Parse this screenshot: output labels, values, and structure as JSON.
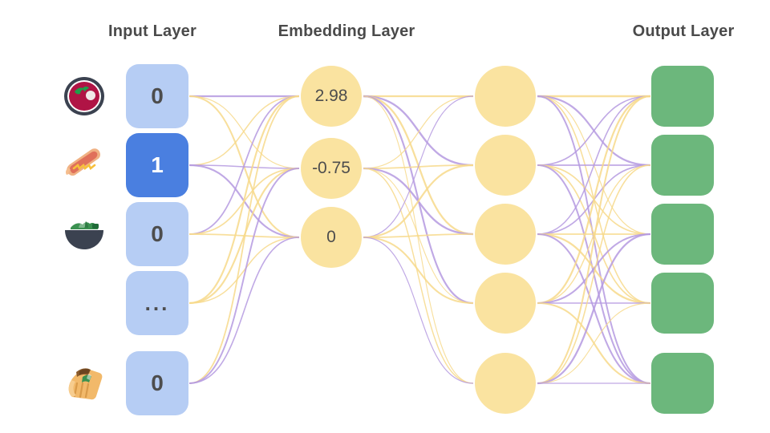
{
  "diagram": {
    "type": "neural-network",
    "title_color": "#4a4a4a",
    "background": "#ffffff",
    "edge_colors": {
      "purple": "#b59ae0",
      "yellow": "#f7d98b"
    }
  },
  "headers": {
    "input": "Input Layer",
    "embedding": "Embedding Layer",
    "output": "Output Layer"
  },
  "input_layer": {
    "color": "#b6cdf4",
    "active_color": "#4a7fe0",
    "nodes": [
      {
        "value": "0",
        "active": false,
        "icon": "beet-soup-bowl-icon"
      },
      {
        "value": "1",
        "active": true,
        "icon": "hot-dog-icon"
      },
      {
        "value": "0",
        "active": false,
        "icon": "salad-bowl-icon"
      },
      {
        "value": "...",
        "active": false,
        "icon": ""
      },
      {
        "value": "0",
        "active": false,
        "icon": "taco-icon"
      }
    ]
  },
  "embedding_layer": {
    "color": "#fae3a0",
    "nodes": [
      {
        "value": "2.98"
      },
      {
        "value": "-0.75"
      },
      {
        "value": "0"
      }
    ]
  },
  "hidden_layer": {
    "color": "#fae3a0",
    "nodes": [
      {},
      {},
      {},
      {},
      {}
    ]
  },
  "output_layer": {
    "color": "#6cb77c",
    "nodes": [
      {},
      {},
      {},
      {},
      {}
    ]
  },
  "chart_data": {
    "type": "diagram",
    "title": "",
    "layers": [
      {
        "name": "Input Layer",
        "count": 5,
        "values": [
          "0",
          "1",
          "0",
          "...",
          "0"
        ],
        "shape": "rounded-square",
        "color": "#b6cdf4"
      },
      {
        "name": "Embedding Layer",
        "count": 3,
        "values": [
          "2.98",
          "-0.75",
          "0"
        ],
        "shape": "circle",
        "color": "#fae3a0"
      },
      {
        "name": "",
        "count": 5,
        "values": [
          "",
          "",
          "",
          "",
          ""
        ],
        "shape": "circle",
        "color": "#fae3a0"
      },
      {
        "name": "Output Layer",
        "count": 5,
        "values": [
          "",
          "",
          "",
          "",
          ""
        ],
        "shape": "rounded-square",
        "color": "#6cb77c"
      }
    ]
  }
}
